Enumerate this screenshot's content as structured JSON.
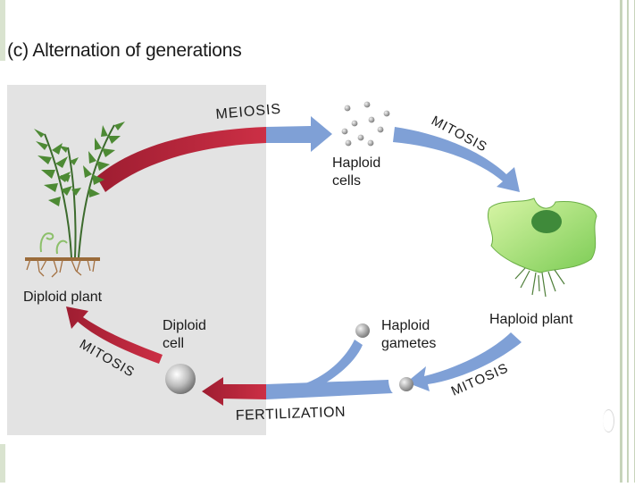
{
  "title": "(c) Alternation of generations",
  "labels": {
    "meiosis": "MEIOSIS",
    "mitosis_top": "MITOSIS",
    "haploid_cells_line1": "Haploid",
    "haploid_cells_line2": "cells",
    "haploid_plant": "Haploid plant",
    "haploid_gametes_line1": "Haploid",
    "haploid_gametes_line2": "gametes",
    "mitosis_bottom_right": "MITOSIS",
    "fertilization": "FERTILIZATION",
    "diploid_cell_line1": "Diploid",
    "diploid_cell_line2": "cell",
    "mitosis_left": "MITOSIS",
    "diploid_plant": "Diploid plant"
  },
  "colors": {
    "diploid_arrow": "#b8243a",
    "haploid_arrow": "#7fa0d6",
    "diploid_background": "#e3e3e3",
    "accent_stripe": "#d9e3cf"
  }
}
